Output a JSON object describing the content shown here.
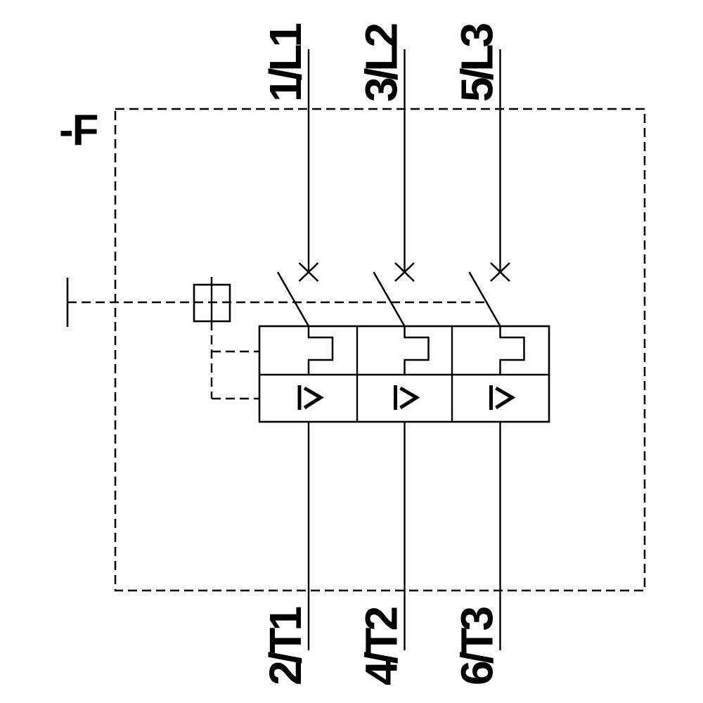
{
  "colors": {
    "line": "#000000",
    "background": "#ffffff"
  },
  "schematic": {
    "device_label": "-F",
    "top_terminals": [
      "1/L1",
      "3/L2",
      "5/L3"
    ],
    "bottom_terminals": [
      "2/T1",
      "4/T2",
      "6/T3"
    ],
    "pole_count": "3",
    "symbols": {
      "magnetic_trip_label": "I>",
      "contact": "circuit-breaker-contact",
      "thermal": "thermal-overload-element",
      "actuator": "manual-operating-mechanism"
    }
  }
}
